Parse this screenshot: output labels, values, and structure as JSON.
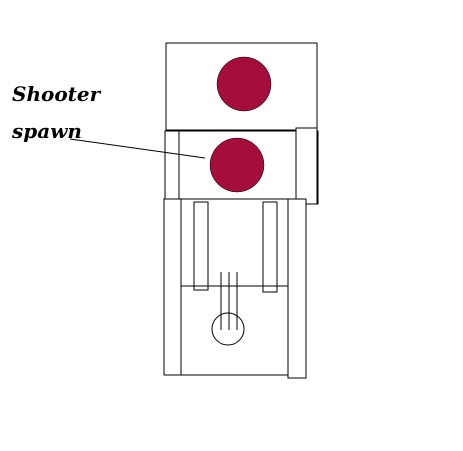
{
  "annotation": {
    "line1": "Shooter",
    "line2": "spawn"
  },
  "colors": {
    "spawn_marker": "#a50d3a",
    "outline": "#000000",
    "background": "#ffffff"
  },
  "icons": {
    "spawn_marker": "filled-circle",
    "device": "outlined-circle"
  }
}
